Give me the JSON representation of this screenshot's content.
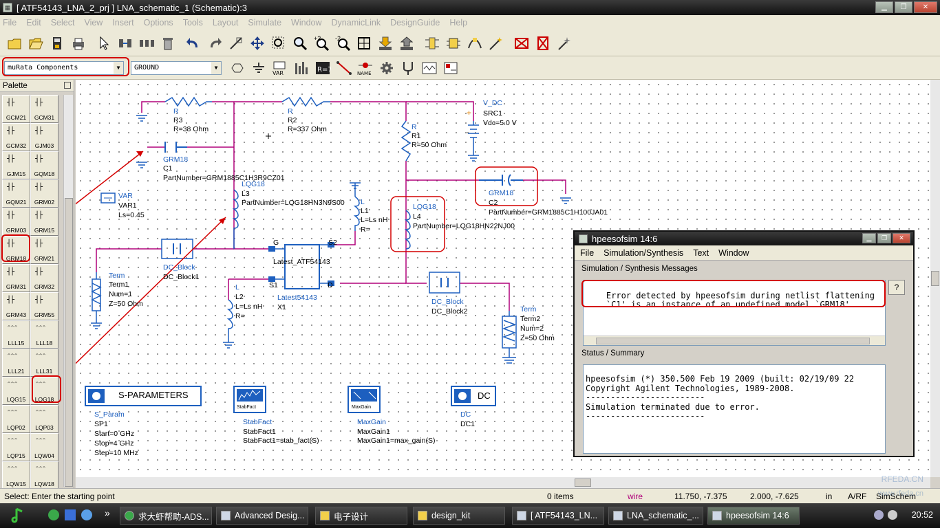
{
  "window": {
    "title": "[ ATF54143_LNA_2_prj ] LNA_schematic_1 (Schematic):3"
  },
  "menu": [
    "File",
    "Edit",
    "Select",
    "View",
    "Insert",
    "Options",
    "Tools",
    "Layout",
    "Simulate",
    "Window",
    "DynamicLink",
    "DesignGuide",
    "Help"
  ],
  "toolbar": {
    "library_combo": "muRata Components",
    "component_combo": "GROUND",
    "var_label": "VAR",
    "r7_label": "R=7",
    "name_label": "NAME"
  },
  "palette": {
    "title": "Palette",
    "items": [
      "GCM21",
      "GCM31",
      "GCM32",
      "GJM03",
      "GJM15",
      "GQM18",
      "GQM21",
      "GRM02",
      "GRM03",
      "GRM15",
      "GRM18",
      "GRM21",
      "GRM31",
      "GRM32",
      "GRM43",
      "GRM55",
      "LLL15",
      "LLL18",
      "LLL21",
      "LLL31",
      "LQG15",
      "LQG18",
      "LQP02",
      "LQP03",
      "LQP15",
      "LQW04",
      "LQW15",
      "LQW18"
    ]
  },
  "schematic": {
    "r3": [
      "R",
      "R3",
      "R=38 Ohm"
    ],
    "r2": [
      "R",
      "R2",
      "R=337 Ohm"
    ],
    "r1": [
      "R",
      "R1",
      "R=50 Ohm"
    ],
    "vdc": [
      "V_DC",
      "SRC1",
      "Vdc=5.0 V"
    ],
    "c1": [
      "GRM18",
      "C1",
      "PartNumber=GRM1885C1H3R9CZ01"
    ],
    "l3": [
      "LQG18",
      "L3",
      "PartNumber=LQG18HN3N9S00"
    ],
    "l1": [
      "L",
      "L1",
      "L=Ls nH",
      "R="
    ],
    "l4": [
      "LQG18",
      "L4",
      "PartNumber=LQG18HN22NJ00"
    ],
    "c2": [
      "GRM18",
      "C2",
      "PartNumber=GRM1885C1H100JA01"
    ],
    "var": [
      "VAR",
      "VAR1",
      "Ls=0.45"
    ],
    "term1": [
      "Term",
      "Term1",
      "Num=1",
      "Z=50 Ohm"
    ],
    "dcblock1": [
      "DC_Block",
      "DC_Block1"
    ],
    "transistor": [
      "Latest_ATF54143",
      "Latest54143",
      "X1"
    ],
    "pins": [
      "G",
      "S2",
      "S1",
      "D"
    ],
    "l2": [
      "L",
      "L2",
      "L=Ls nH",
      "R="
    ],
    "dcblock2": [
      "DC_Block",
      "DC_Block2"
    ],
    "term2": [
      "Term",
      "Term2",
      "Num=2",
      "Z=50 Ohm"
    ],
    "sparam": [
      "S-PARAMETERS",
      "S_Param",
      "SP1",
      "Start=0 GHz",
      "Stop=4 GHz",
      "Step=10 MHz"
    ],
    "stabfact": [
      "StabFact",
      "StabFact",
      "StabFact1",
      "StabFact1=stab_fact(S)"
    ],
    "maxgain": [
      "MaxGain",
      "MaxGain",
      "MaxGain1",
      "MaxGain1=max_gain(S)"
    ],
    "dc": [
      "DC",
      "DC",
      "DC1"
    ]
  },
  "sim_window": {
    "title": "hpeesofsim 14:6",
    "menu": [
      "File",
      "Simulation/Synthesis",
      "Text",
      "Window"
    ],
    "messages_label": "Simulation / Synthesis Messages",
    "messages": "Error detected by hpeesofsim during netlist flattening\n    `C1' is an instance of an undefined model `GRM18'",
    "help_btn": "?",
    "status_label": "Status / Summary",
    "status": "hpeesofsim (*) 350.500 Feb 19 2009 (built: 02/19/09 22\nCopyright Agilent Technologies, 1989-2008.\n------------------------\nSimulation terminated due to error.\n------------------------"
  },
  "statusbar": {
    "prompt": "Select: Enter the starting point",
    "items": "0 items",
    "mode": "wire",
    "coords1": "11.750, -7.375",
    "coords2": "2.000, -7.625",
    "unit": "in",
    "arf": "A/RF",
    "scheme": "SimSchem"
  },
  "taskbar": {
    "tasks": [
      "求大虾帮助-ADS...",
      "Advanced Desig...",
      "电子设计",
      "design_kit",
      "[ ATF54143_LN...",
      "LNA_schematic_...",
      "hpeesofsim 14:6"
    ],
    "clock": "20:52"
  },
  "watermark": [
    "RFEDA.CN",
    "www.rfeda.cn"
  ],
  "colors": {
    "wire": "#b0007a",
    "label": "#1d5fbf",
    "annotation": "#d40000"
  }
}
